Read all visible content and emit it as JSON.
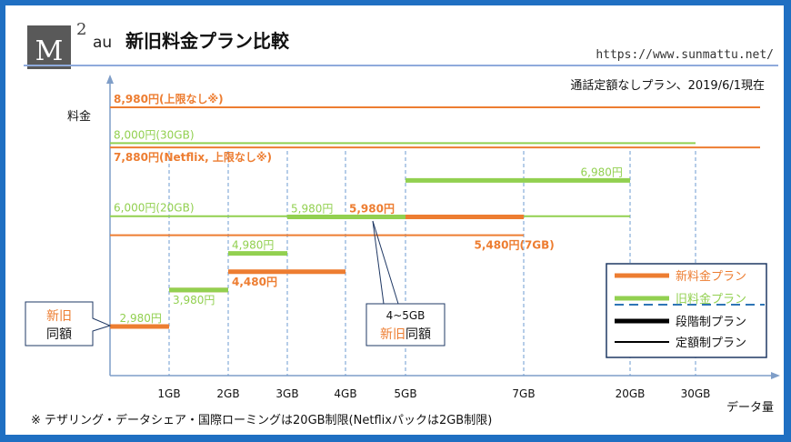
{
  "header": {
    "logo_letter": "M",
    "logo_sup": "2",
    "brand": "au",
    "title": "新旧料金プラン比較",
    "url": "https://www.sunmattu.net/"
  },
  "note_top": "通話定額なしプラン、2019/6/1現在",
  "footnote": "※ テザリング・データシェア・国際ローミングは20GB制限(Netflixパックは2GB制限)",
  "colors": {
    "new": "#ed7d31",
    "old": "#92d050",
    "frame": "#1f6fc2",
    "axis": "#7f9ec8",
    "grid": "#6d9bd1"
  },
  "chart_data": {
    "type": "line",
    "title": "新旧料金プラン比較",
    "xlabel": "データ量",
    "ylabel": "料金",
    "x_ticks": [
      "1GB",
      "2GB",
      "3GB",
      "4GB",
      "5GB",
      "7GB",
      "20GB",
      "30GB"
    ],
    "series": [
      {
        "name": "新料金プラン",
        "style": "段階制",
        "kind": "new",
        "segments": [
          {
            "x0": "0",
            "x1": "1GB",
            "y": 2980
          },
          {
            "x0": "1GB",
            "x1": "2GB",
            "y": 3980
          },
          {
            "x0": "2GB",
            "x1": "3GB",
            "y": 4480
          },
          {
            "x0": "3GB",
            "x1": "4GB",
            "y": 4480
          },
          {
            "x0": "4GB",
            "x1": "7GB",
            "y": 5980
          }
        ]
      },
      {
        "name": "新料金プラン",
        "style": "定額制",
        "kind": "new",
        "segments": [
          {
            "x0": "0",
            "x1": "7GB",
            "y": 5480
          },
          {
            "x0": "0",
            "x1": "end",
            "y": 7880
          },
          {
            "x0": "0",
            "x1": "end",
            "y": 8980
          }
        ]
      },
      {
        "name": "旧料金プラン",
        "style": "段階制",
        "kind": "old",
        "segments": [
          {
            "x0": "1GB",
            "x1": "2GB",
            "y": 3980
          },
          {
            "x0": "2GB",
            "x1": "3GB",
            "y": 4980
          },
          {
            "x0": "3GB",
            "x1": "5GB",
            "y": 5980
          },
          {
            "x0": "5GB",
            "x1": "20GB",
            "y": 6980
          }
        ]
      },
      {
        "name": "旧料金プラン",
        "style": "定額制",
        "kind": "old",
        "segments": [
          {
            "x0": "0",
            "x1": "20GB",
            "y": 6000
          },
          {
            "x0": "0",
            "x1": "30GB",
            "y": 8000
          }
        ]
      }
    ],
    "labels": [
      {
        "text": "8,980円(上限なし※)",
        "kind": "new",
        "y": 8980,
        "at": "0"
      },
      {
        "text": "8,000円(30GB)",
        "kind": "old",
        "y": 8000,
        "at": "0"
      },
      {
        "text": "7,880円(Netflix, 上限なし※)",
        "kind": "new",
        "y": 7880,
        "at": "0",
        "below": true
      },
      {
        "text": "6,980円",
        "kind": "old",
        "y": 6980,
        "at": "6.5"
      },
      {
        "text": "6,000円(20GB)",
        "kind": "old",
        "y": 6000,
        "at": "0"
      },
      {
        "text": "5,980円",
        "kind": "old",
        "y": 5980,
        "at": "3"
      },
      {
        "text": "5,980円",
        "kind": "new",
        "y": 5980,
        "at": "4"
      },
      {
        "text": "5,480円(7GB)",
        "kind": "new",
        "y": 5480,
        "at": "5.55",
        "below": true
      },
      {
        "text": "4,980円",
        "kind": "old",
        "y": 4980,
        "at": "2"
      },
      {
        "text": "4,480円",
        "kind": "new",
        "y": 4480,
        "at": "2",
        "below": true
      },
      {
        "text": "3,980円",
        "kind": "old",
        "y": 3980,
        "at": "1",
        "below": true
      },
      {
        "text": "2,980円",
        "kind": "old",
        "y": 2980,
        "at": "0.1"
      }
    ],
    "callout_left": {
      "line1": "新旧",
      "line2": "同額"
    },
    "callout_mid": {
      "line0": "4~5GB",
      "line1": "新旧",
      "line2": "同額"
    },
    "legend": [
      {
        "label": "新料金プラン",
        "kind": "new",
        "stroke": "thick"
      },
      {
        "label": "旧料金プラン",
        "kind": "old",
        "stroke": "thick"
      },
      {
        "label": "段階制プラン",
        "kind": "black",
        "stroke": "thick"
      },
      {
        "label": "定額制プラン",
        "kind": "black",
        "stroke": "thin"
      }
    ],
    "grid": "vertical dashed",
    "legend_position": "right"
  }
}
